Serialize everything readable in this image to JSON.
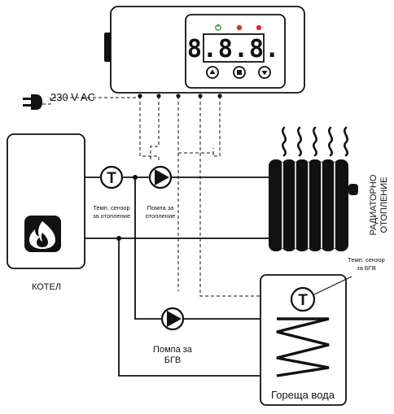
{
  "controller": {
    "display_value": "8.8.8.",
    "indicator_colors": [
      "#3a9a3a",
      "#d83030",
      "#d83030"
    ],
    "buttons": [
      "up-arrow-icon",
      "stop-square-icon",
      "down-arrow-icon"
    ]
  },
  "power": {
    "label": "230 V AC"
  },
  "boiler": {
    "label": "КОТЕЛ",
    "icon": "flame-icon"
  },
  "sensors": {
    "heating_line1": "Темп. сензор",
    "heating_line2": "за отопление",
    "dhw_line1": "Темп. сензор",
    "dhw_line2": "за БГВ",
    "symbol": "T"
  },
  "pumps": {
    "heating_line1": "Помпа за",
    "heating_line2": "отопление",
    "dhw_line1": "Помпа за",
    "dhw_line2": "БГВ"
  },
  "radiator": {
    "label_line1": "РАДИАТОРНО",
    "label_line2": "ОТОПЛЕНИЕ"
  },
  "tank": {
    "label": "Гореща вода"
  }
}
